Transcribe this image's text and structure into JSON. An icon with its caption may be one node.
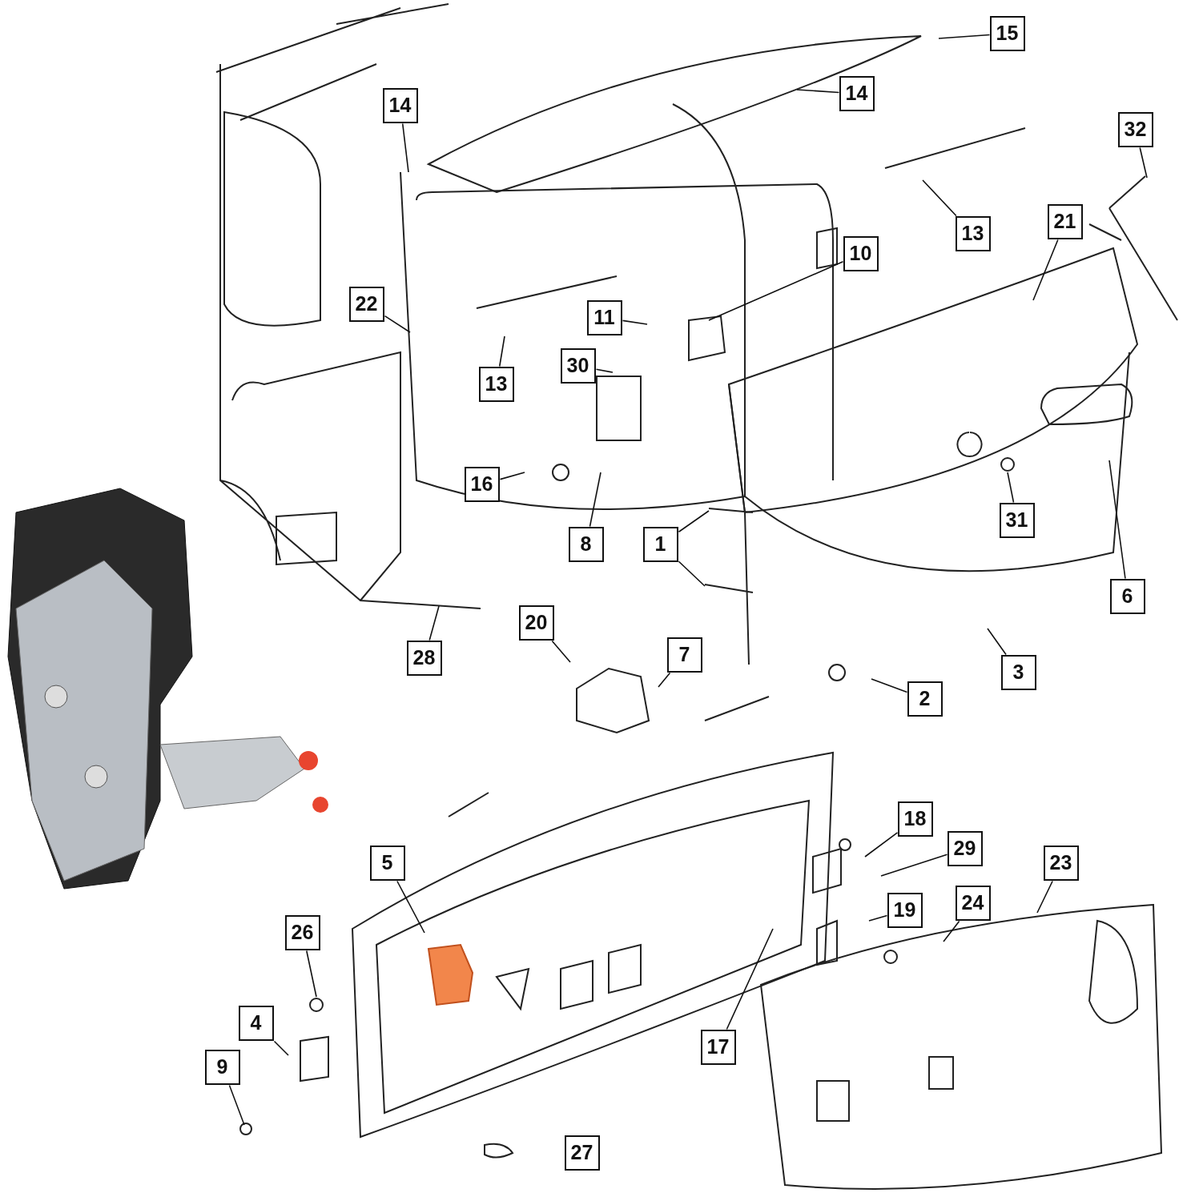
{
  "diagram": {
    "nodes": [
      {
        "text": [
          "15"
        ]
      },
      {
        "text": [
          "14"
        ]
      },
      {
        "text": [
          "14"
        ]
      },
      {
        "text": [
          "32"
        ]
      },
      {
        "text": [
          "13"
        ]
      },
      {
        "text": [
          "21"
        ]
      },
      {
        "text": [
          "10"
        ]
      },
      {
        "text": [
          "22"
        ]
      },
      {
        "text": [
          "11"
        ]
      },
      {
        "text": [
          "30"
        ]
      },
      {
        "text": [
          "13"
        ]
      },
      {
        "text": [
          "16"
        ]
      },
      {
        "text": [
          "8"
        ]
      },
      {
        "text": [
          "1"
        ]
      },
      {
        "text": [
          "31"
        ]
      },
      {
        "text": [
          "6"
        ]
      },
      {
        "text": [
          "20"
        ]
      },
      {
        "text": [
          "7"
        ]
      },
      {
        "text": [
          "28"
        ]
      },
      {
        "text": [
          "3"
        ]
      },
      {
        "text": [
          "2"
        ]
      },
      {
        "text": [
          "18"
        ]
      },
      {
        "text": [
          "29"
        ]
      },
      {
        "text": [
          "5"
        ]
      },
      {
        "text": [
          "23"
        ]
      },
      {
        "text": [
          "19"
        ]
      },
      {
        "text": [
          "24"
        ]
      },
      {
        "text": [
          "26"
        ]
      },
      {
        "text": [
          "4"
        ]
      },
      {
        "text": [
          "17"
        ]
      },
      {
        "text": [
          "9"
        ]
      },
      {
        "text": [
          "27"
        ]
      }
    ],
    "edges": [
      {
        "from": 0,
        "to": null,
        "arrow": "none"
      },
      {
        "from": 1,
        "to": null,
        "arrow": "none"
      },
      {
        "from": 2,
        "to": null,
        "arrow": "none"
      },
      {
        "from": 3,
        "to": null,
        "arrow": "none"
      },
      {
        "from": 4,
        "to": null,
        "arrow": "none"
      },
      {
        "from": 5,
        "to": null,
        "arrow": "none"
      },
      {
        "from": 6,
        "to": null,
        "arrow": "none"
      },
      {
        "from": 7,
        "to": null,
        "arrow": "none"
      },
      {
        "from": 8,
        "to": null,
        "arrow": "none"
      },
      {
        "from": 9,
        "to": null,
        "arrow": "none"
      },
      {
        "from": 10,
        "to": null,
        "arrow": "none"
      },
      {
        "from": 11,
        "to": null,
        "arrow": "none"
      },
      {
        "from": 12,
        "to": null,
        "arrow": "none"
      },
      {
        "from": 13,
        "to": null,
        "arrow": "none"
      },
      {
        "from": 13,
        "to": null,
        "arrow": "none"
      },
      {
        "from": 14,
        "to": null,
        "arrow": "none"
      },
      {
        "from": 15,
        "to": null,
        "arrow": "none"
      },
      {
        "from": 16,
        "to": null,
        "arrow": "none"
      },
      {
        "from": 17,
        "to": null,
        "arrow": "none"
      },
      {
        "from": 18,
        "to": null,
        "arrow": "none"
      },
      {
        "from": 19,
        "to": null,
        "arrow": "none"
      },
      {
        "from": 20,
        "to": null,
        "arrow": "none"
      },
      {
        "from": 21,
        "to": null,
        "arrow": "none"
      },
      {
        "from": 22,
        "to": null,
        "arrow": "none"
      },
      {
        "from": 23,
        "to": null,
        "arrow": "none"
      },
      {
        "from": 24,
        "to": null,
        "arrow": "none"
      },
      {
        "from": 25,
        "to": null,
        "arrow": "none"
      },
      {
        "from": 26,
        "to": null,
        "arrow": "none"
      },
      {
        "from": 27,
        "to": null,
        "arrow": "none"
      },
      {
        "from": 28,
        "to": null,
        "arrow": "none"
      },
      {
        "from": 29,
        "to": null,
        "arrow": "none"
      },
      {
        "from": 30,
        "to": null,
        "arrow": "none"
      }
    ]
  }
}
